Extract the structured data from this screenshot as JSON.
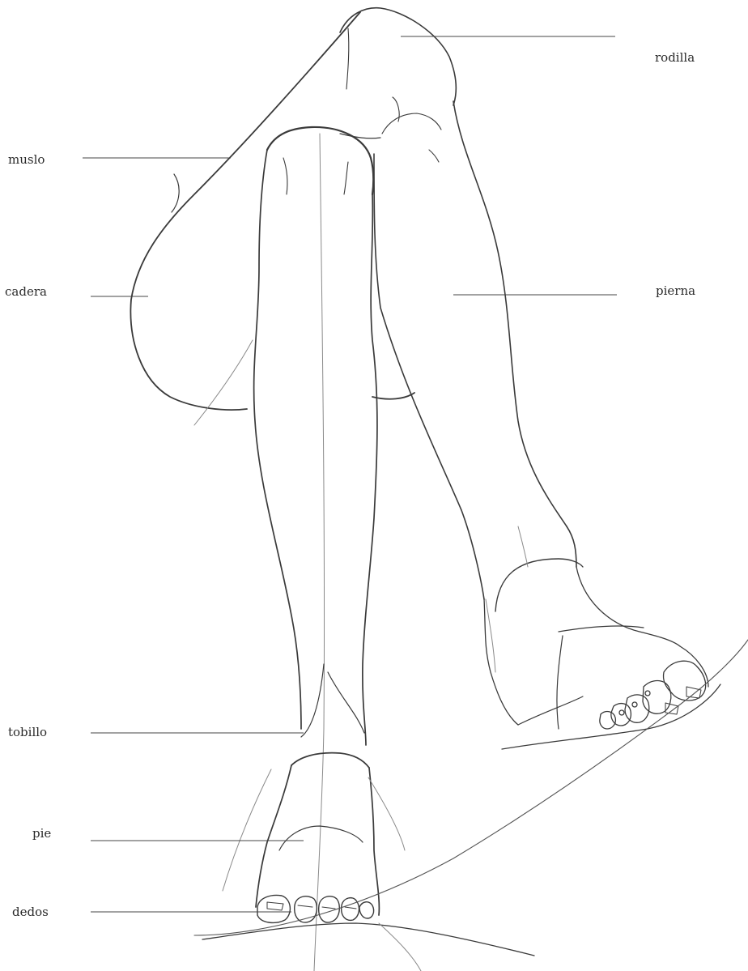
{
  "labels": {
    "rodilla": "rodilla",
    "muslo": "muslo",
    "cadera": "cadera",
    "pierna": "pierna",
    "tobillo": "tobillo",
    "pie": "pie",
    "dedos": "dedos"
  },
  "colors": {
    "stroke": "#3a3a3a",
    "stroke_light": "#8a8a8a",
    "leader": "#444444",
    "text": "#2a2a2a"
  }
}
